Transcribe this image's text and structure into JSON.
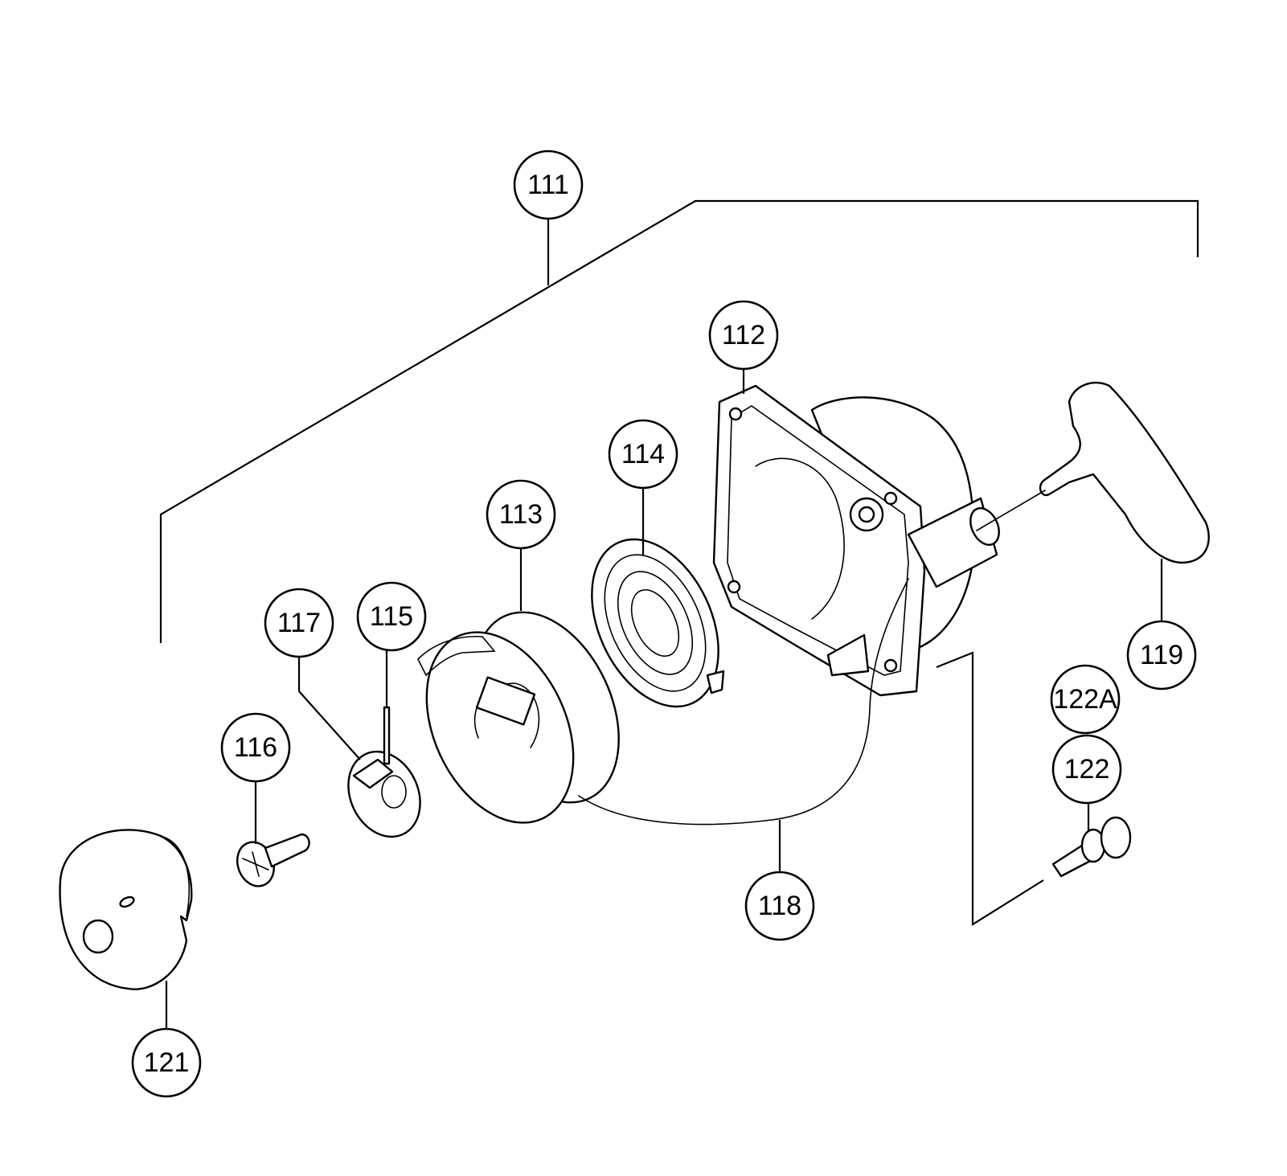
{
  "diagram": {
    "callouts": [
      {
        "id": "c111",
        "label": "111"
      },
      {
        "id": "c112",
        "label": "112"
      },
      {
        "id": "c113",
        "label": "113"
      },
      {
        "id": "c114",
        "label": "114"
      },
      {
        "id": "c115",
        "label": "115"
      },
      {
        "id": "c116",
        "label": "116"
      },
      {
        "id": "c117",
        "label": "117"
      },
      {
        "id": "c118",
        "label": "118"
      },
      {
        "id": "c119",
        "label": "119"
      },
      {
        "id": "c121",
        "label": "121"
      },
      {
        "id": "c122",
        "label": "122"
      },
      {
        "id": "c122a",
        "label": "122A"
      }
    ]
  }
}
